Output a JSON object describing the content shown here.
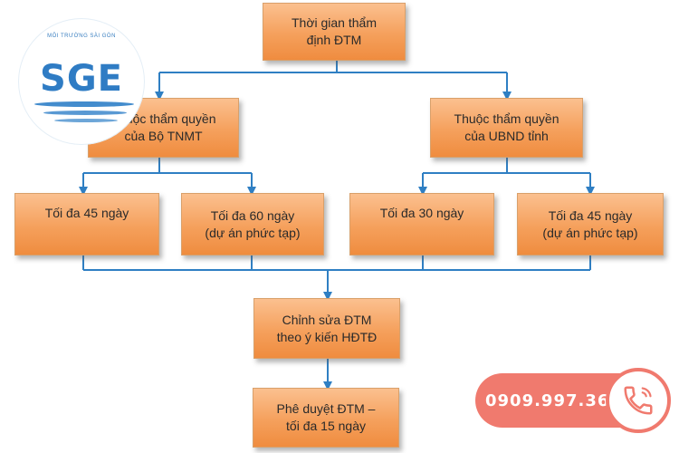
{
  "diagram": {
    "root": {
      "lines": [
        "Thời gian thẩm",
        "định ĐTM"
      ]
    },
    "branch_left": {
      "lines": [
        "Thuộc thẩm quyền",
        "của Bộ TNMT"
      ]
    },
    "branch_right": {
      "lines": [
        "Thuộc thẩm quyền",
        "của UBND tỉnh"
      ]
    },
    "leaf_1": {
      "lines": [
        "Tối đa 45 ngày"
      ]
    },
    "leaf_2": {
      "lines": [
        "Tối đa 60 ngày",
        "(dự án phức tạp)"
      ]
    },
    "leaf_3": {
      "lines": [
        "Tối đa 30 ngày"
      ]
    },
    "leaf_4": {
      "lines": [
        "Tối đa 45 ngày",
        "(dự án phức tạp)"
      ]
    },
    "revise": {
      "lines": [
        "Chỉnh sửa ĐTM",
        "theo ý kiến HĐTĐ"
      ]
    },
    "approve": {
      "lines": [
        "Phê duyệt ĐTM –",
        "tối đa 15 ngày"
      ]
    }
  },
  "logo": {
    "brand": "SGE",
    "ring_text": "MÔI TRƯỜNG SÀI GÒN"
  },
  "phone": {
    "number": "0909.997.365",
    "icon": "phone-icon"
  },
  "colors": {
    "box_fill": "#f5a05c",
    "connector": "#2f7fc3",
    "phone_badge": "#f07a6e",
    "logo_blue": "#2f7cc4"
  }
}
